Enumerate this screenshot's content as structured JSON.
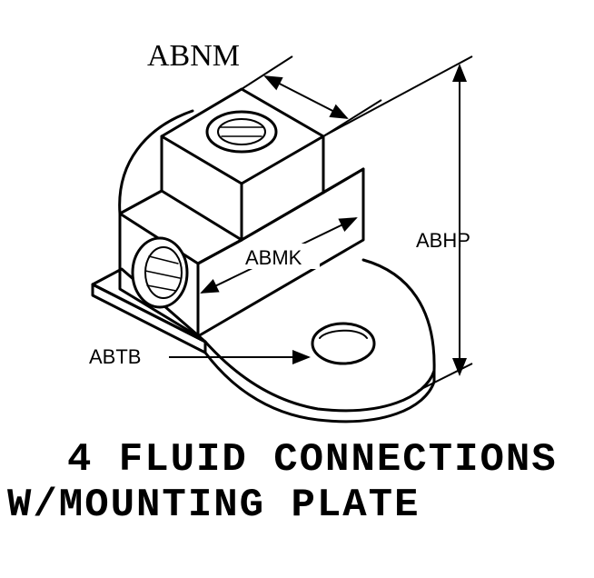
{
  "labels": {
    "abnm": "ABNM",
    "abhp": "ABHP",
    "abmk": "ABMK",
    "abtb": "ABTB"
  },
  "caption": {
    "line1": "4 FLUID CONNECTIONS",
    "line2": "W/MOUNTING PLATE"
  }
}
